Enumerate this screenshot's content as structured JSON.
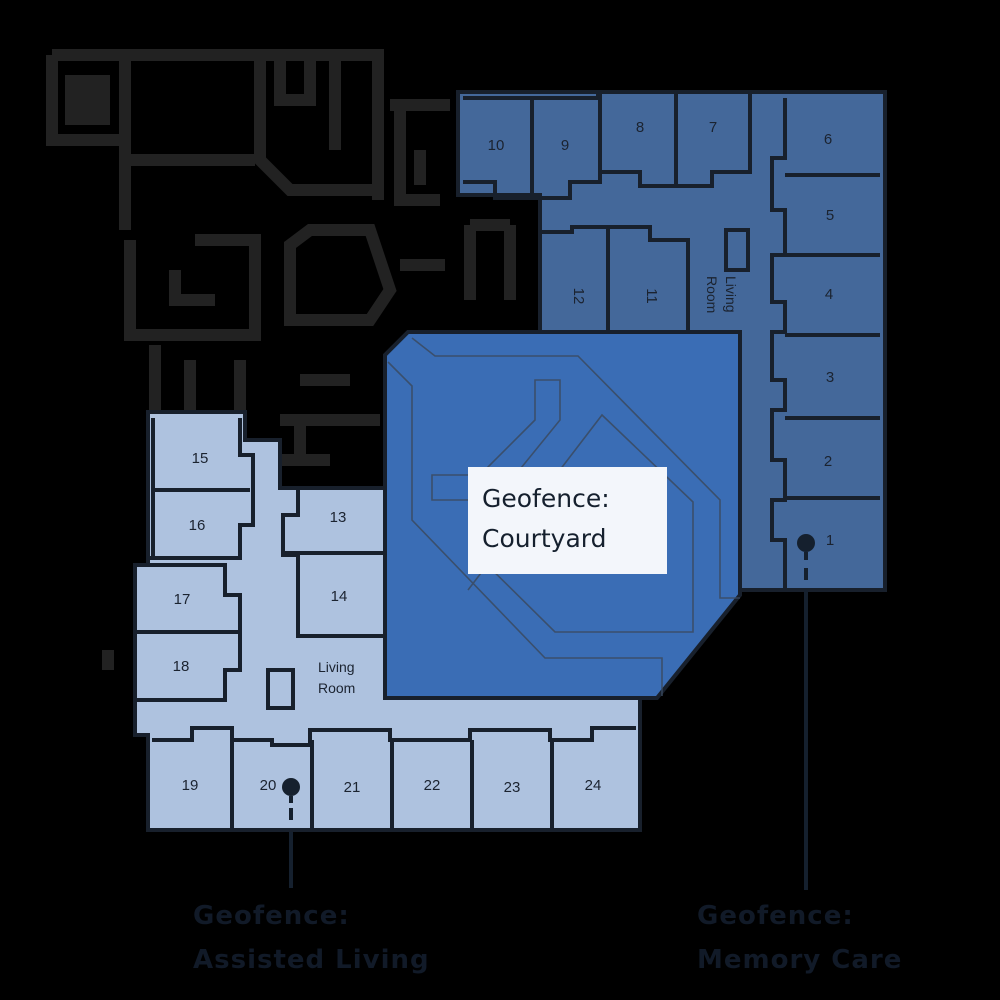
{
  "colors": {
    "background": "#000000",
    "wall": "#1c1c1c",
    "memory_care_fill": "#44689a",
    "assisted_living_fill": "#aec2df",
    "courtyard_fill": "#3a6db5",
    "callout_bg": "#f3f6fb",
    "text_dark": "#1b2330"
  },
  "courtyard": {
    "label_line1": "Geofence:",
    "label_line2": "Courtyard"
  },
  "memory_care": {
    "legend_line1": "Geofence:",
    "legend_line2": "Memory Care",
    "living_room_line1": "Living",
    "living_room_line2": "Room",
    "rooms": [
      "1",
      "2",
      "3",
      "4",
      "5",
      "6",
      "7",
      "8",
      "9",
      "10",
      "11",
      "12"
    ]
  },
  "assisted_living": {
    "legend_line1": "Geofence:",
    "legend_line2": "Assisted Living",
    "living_room_line1": "Living",
    "living_room_line2": "Room",
    "rooms": [
      "13",
      "14",
      "15",
      "16",
      "17",
      "18",
      "19",
      "20",
      "21",
      "22",
      "23",
      "24"
    ]
  }
}
